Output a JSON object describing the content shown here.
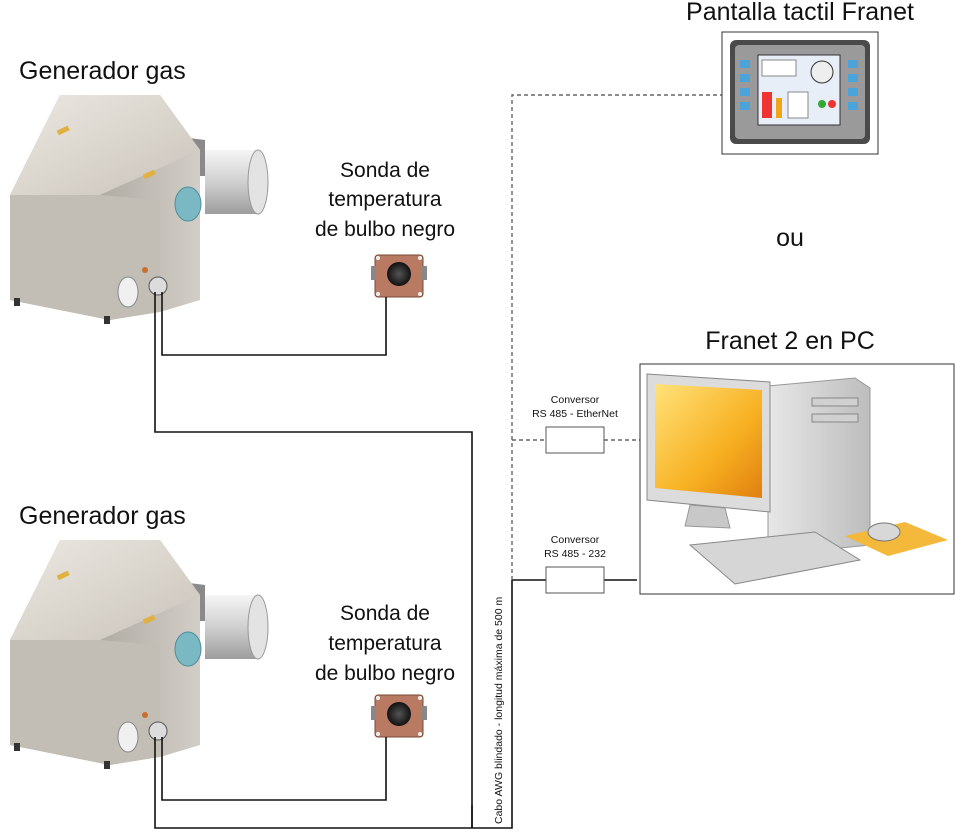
{
  "generators": [
    {
      "label": "Generador gas"
    },
    {
      "label": "Generador gas"
    }
  ],
  "probes": [
    {
      "lines": [
        "Sonda de",
        "temperatura",
        "de bulbo negro"
      ]
    },
    {
      "lines": [
        "Sonda de",
        "temperatura",
        "de bulbo negro"
      ]
    }
  ],
  "touchscreen": {
    "label": "Pantalla tactil Franet"
  },
  "or_label": "ou",
  "pc": {
    "label": "Franet 2 en PC"
  },
  "converters": [
    {
      "lines": [
        "Conversor",
        "RS 485 - EtherNet"
      ]
    },
    {
      "lines": [
        "Conversor",
        "RS 485 - 232"
      ]
    }
  ],
  "cable_label": "Cabo AWG blindado - longitud máxima de 500 m",
  "colors": {
    "housing_front": "#bdb8b0",
    "housing_top": "#d8d3cb",
    "burner_tube": "#dcdcdc",
    "blue_port": "#7ab8c4",
    "probe_body": "#b87a62",
    "monitor_screen": "#f3a51a",
    "mousepad": "#f4b83a"
  }
}
